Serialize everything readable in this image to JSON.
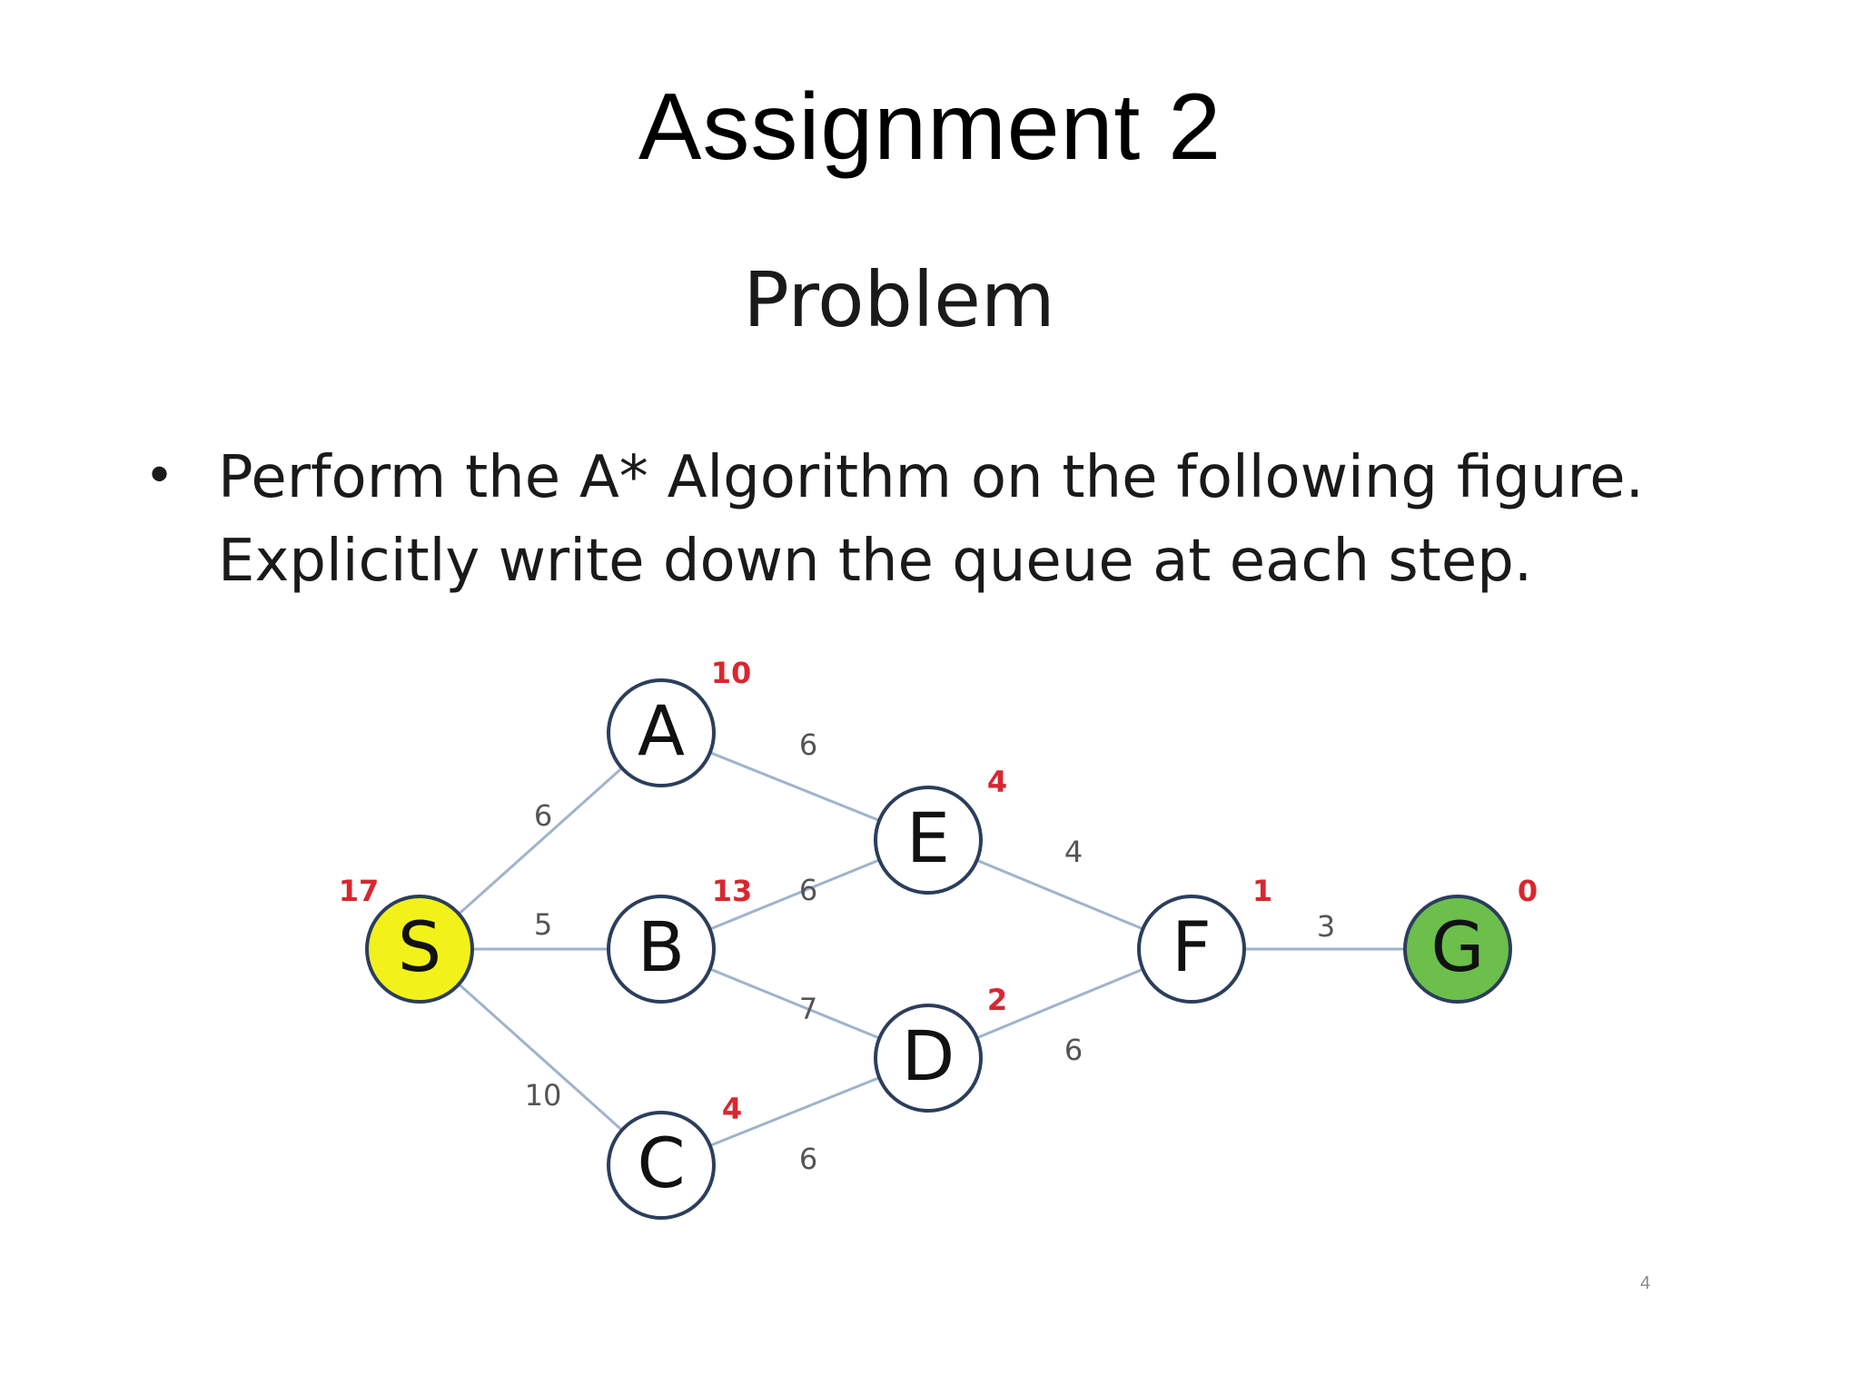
{
  "slide": {
    "title": "Assignment 2",
    "section_heading": "Problem",
    "bullet_text": "Perform the A* Algorithm on the following figure. Explicitly write down the queue at each step.",
    "page_number": "4"
  },
  "graph": {
    "nodes": [
      {
        "id": "S",
        "label": "S",
        "heuristic": "17",
        "fill": "#f2f21a"
      },
      {
        "id": "A",
        "label": "A",
        "heuristic": "10",
        "fill": "#ffffff"
      },
      {
        "id": "B",
        "label": "B",
        "heuristic": "13",
        "fill": "#ffffff"
      },
      {
        "id": "C",
        "label": "C",
        "heuristic": "4",
        "fill": "#ffffff"
      },
      {
        "id": "E",
        "label": "E",
        "heuristic": "4",
        "fill": "#ffffff"
      },
      {
        "id": "D",
        "label": "D",
        "heuristic": "2",
        "fill": "#ffffff"
      },
      {
        "id": "F",
        "label": "F",
        "heuristic": "1",
        "fill": "#ffffff"
      },
      {
        "id": "G",
        "label": "G",
        "heuristic": "0",
        "fill": "#6cbf4a"
      }
    ],
    "edges": [
      {
        "from": "S",
        "to": "A",
        "weight": "6"
      },
      {
        "from": "S",
        "to": "B",
        "weight": "5"
      },
      {
        "from": "S",
        "to": "C",
        "weight": "10"
      },
      {
        "from": "A",
        "to": "E",
        "weight": "6"
      },
      {
        "from": "B",
        "to": "E",
        "weight": "6"
      },
      {
        "from": "B",
        "to": "D",
        "weight": "7"
      },
      {
        "from": "C",
        "to": "D",
        "weight": "6"
      },
      {
        "from": "E",
        "to": "F",
        "weight": "4"
      },
      {
        "from": "D",
        "to": "F",
        "weight": "6"
      },
      {
        "from": "F",
        "to": "G",
        "weight": "3"
      }
    ]
  },
  "colors": {
    "edge": "#9fb4cc",
    "node_border": "#2b3e5c",
    "heuristic_text": "#d9262f",
    "start_fill": "#f2f21a",
    "goal_fill": "#6cbf4a"
  }
}
